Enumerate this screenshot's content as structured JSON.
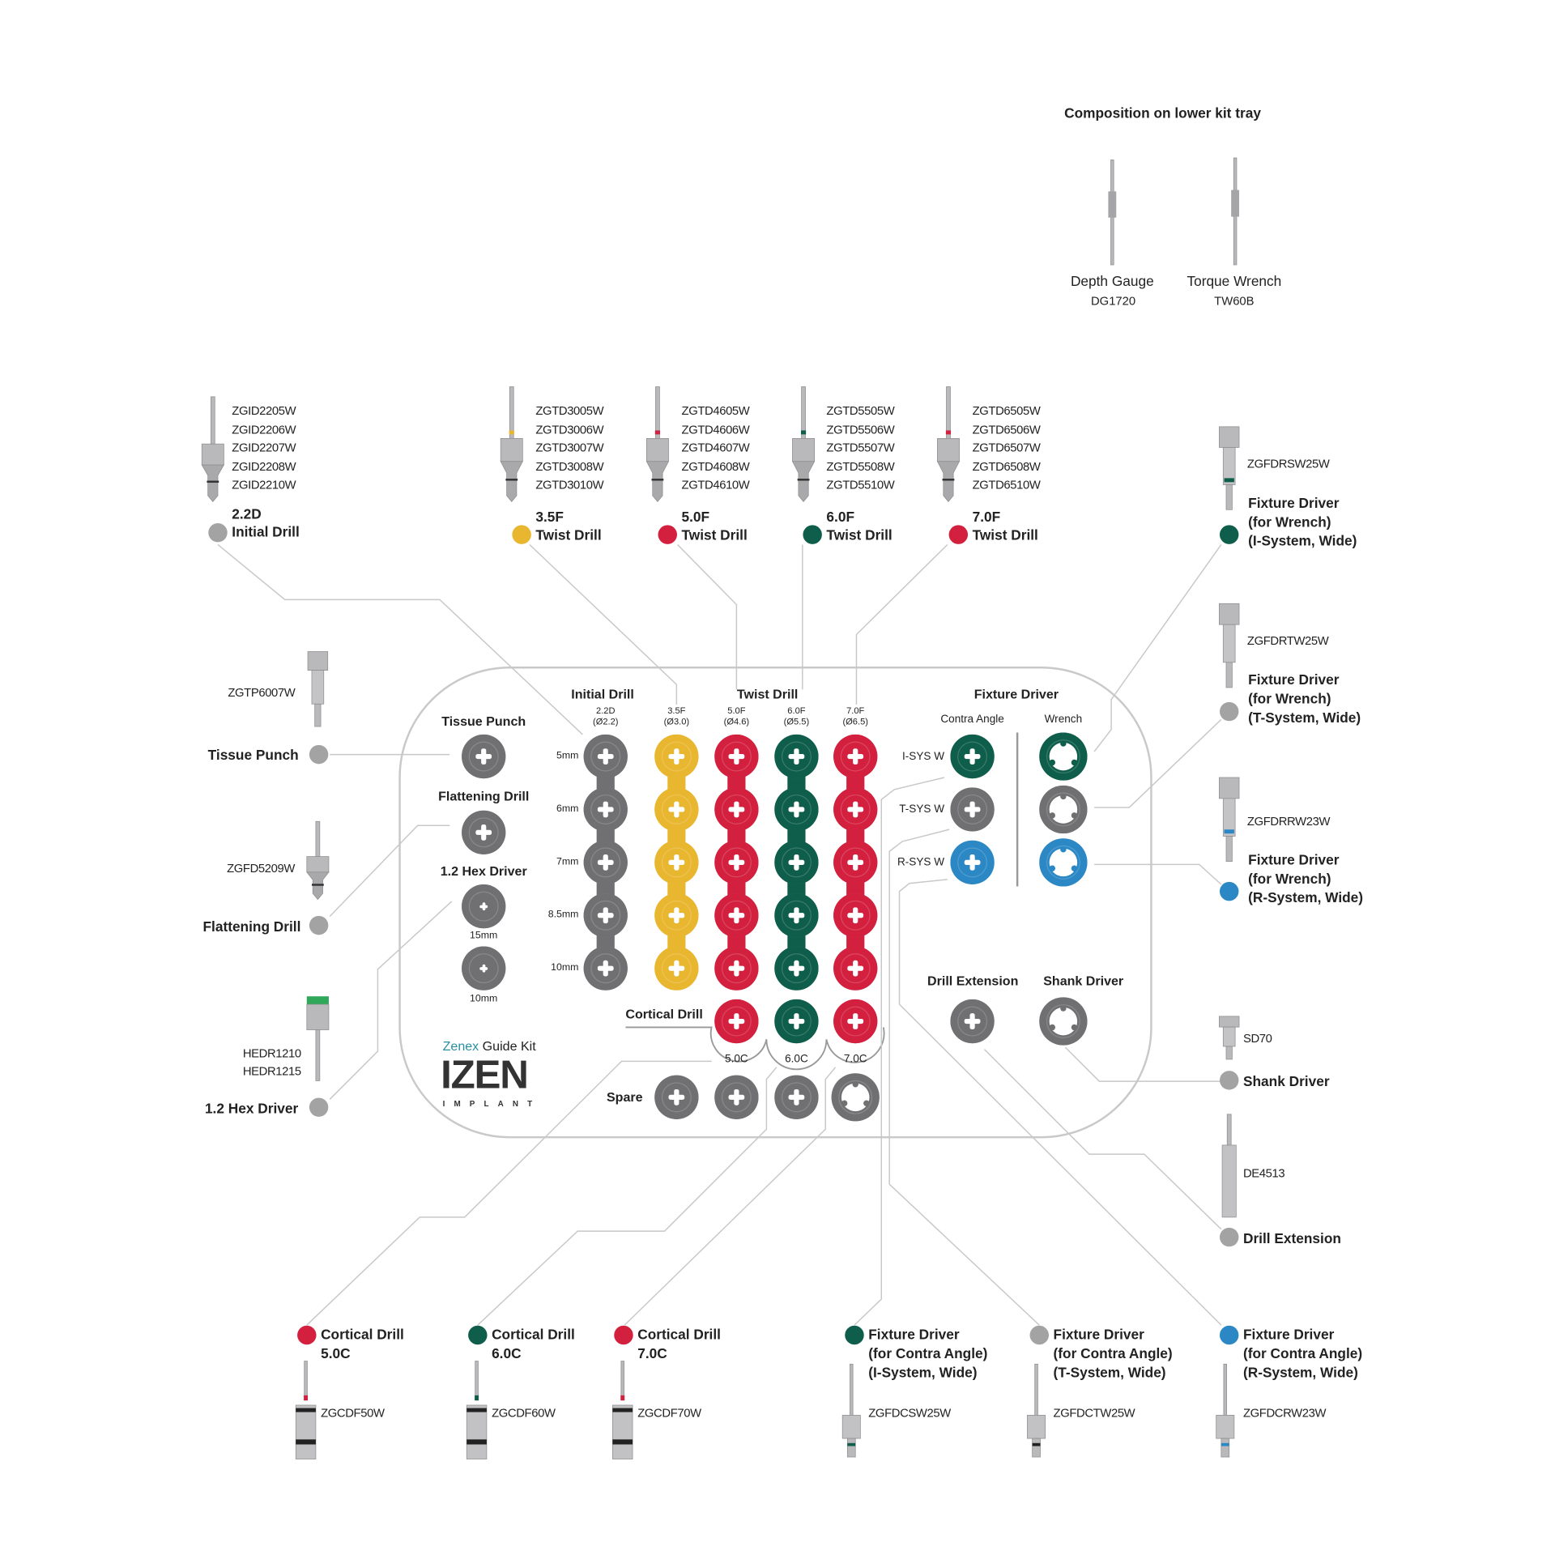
{
  "colors": {
    "gray": "#707073",
    "yellow": "#e9b630",
    "red": "#d3203f",
    "green": "#0f5e4b",
    "blue": "#2b88c5",
    "dot_gray": "#a3a3a3",
    "teal": "#2a8fa0",
    "line": "#c8c8c8"
  },
  "composition": {
    "title": "Composition on lower kit tray",
    "items": [
      {
        "name": "Depth Gauge",
        "code": "DG1720"
      },
      {
        "name": "Torque Wrench",
        "code": "TW60B"
      }
    ]
  },
  "top_tools": [
    {
      "size": "2.2D",
      "label": "Initial Drill",
      "color": "gray",
      "codes": [
        "ZGID2205W",
        "ZGID2206W",
        "ZGID2207W",
        "ZGID2208W",
        "ZGID2210W"
      ]
    },
    {
      "size": "3.5F",
      "label": "Twist Drill",
      "color": "yellow",
      "codes": [
        "ZGTD3005W",
        "ZGTD3006W",
        "ZGTD3007W",
        "ZGTD3008W",
        "ZGTD3010W"
      ]
    },
    {
      "size": "5.0F",
      "label": "Twist Drill",
      "color": "red",
      "codes": [
        "ZGTD4605W",
        "ZGTD4606W",
        "ZGTD4607W",
        "ZGTD4608W",
        "ZGTD4610W"
      ]
    },
    {
      "size": "6.0F",
      "label": "Twist Drill",
      "color": "green",
      "codes": [
        "ZGTD5505W",
        "ZGTD5506W",
        "ZGTD5507W",
        "ZGTD5508W",
        "ZGTD5510W"
      ]
    },
    {
      "size": "7.0F",
      "label": "Twist Drill",
      "color": "red",
      "codes": [
        "ZGTD6505W",
        "ZGTD6506W",
        "ZGTD6507W",
        "ZGTD6508W",
        "ZGTD6510W"
      ]
    }
  ],
  "left_tools": [
    {
      "code": "ZGTP6007W",
      "label": "Tissue Punch"
    },
    {
      "code": "ZGFD5209W",
      "label": "Flattening Drill"
    },
    {
      "codes": [
        "HEDR1210",
        "HEDR1215"
      ],
      "label": "1.2 Hex Driver"
    }
  ],
  "right_tools": [
    {
      "code": "ZGFDRSW25W",
      "lines": [
        "Fixture Driver",
        "(for Wrench)",
        "(I-System, Wide)"
      ],
      "color": "green"
    },
    {
      "code": "ZGFDRTW25W",
      "lines": [
        "Fixture Driver",
        "(for Wrench)",
        "(T-System, Wide)"
      ],
      "color": "dot_gray"
    },
    {
      "code": "ZGFDRRW23W",
      "lines": [
        "Fixture Driver",
        "(for Wrench)",
        "(R-System, Wide)"
      ],
      "color": "blue"
    },
    {
      "code": "SD70",
      "label": "Shank Driver",
      "color": "dot_gray"
    },
    {
      "code": "DE4513",
      "label": "Drill Extension",
      "color": "dot_gray"
    }
  ],
  "bottom_tools": [
    {
      "lines": [
        "Cortical Drill",
        "5.0C"
      ],
      "code": "ZGCDF50W",
      "color": "red"
    },
    {
      "lines": [
        "Cortical Drill",
        "6.0C"
      ],
      "code": "ZGCDF60W",
      "color": "green"
    },
    {
      "lines": [
        "Cortical Drill",
        "7.0C"
      ],
      "code": "ZGCDF70W",
      "color": "red"
    },
    {
      "lines": [
        "Fixture Driver",
        "(for Contra Angle)",
        "(I-System, Wide)"
      ],
      "code": "ZGFDCSW25W",
      "color": "green"
    },
    {
      "lines": [
        "Fixture Driver",
        "(for Contra Angle)",
        "(T-System, Wide)"
      ],
      "code": "ZGFDCTW25W",
      "color": "dot_gray"
    },
    {
      "lines": [
        "Fixture Driver",
        "(for Contra Angle)",
        "(R-System, Wide)"
      ],
      "code": "ZGFDCRW23W",
      "color": "blue"
    }
  ],
  "tray": {
    "tissue_punch": "Tissue Punch",
    "flattening_drill": "Flattening Drill",
    "hex_driver": "1.2 Hex Driver",
    "hex_lengths": [
      "15mm",
      "10mm"
    ],
    "initial_drill": "Initial Drill",
    "twist_drill": "Twist Drill",
    "columns": [
      {
        "size": "2.2D",
        "dia": "(Ø2.2)"
      },
      {
        "size": "3.5F",
        "dia": "(Ø3.0)"
      },
      {
        "size": "5.0F",
        "dia": "(Ø4.6)"
      },
      {
        "size": "6.0F",
        "dia": "(Ø5.5)"
      },
      {
        "size": "7.0F",
        "dia": "(Ø6.5)"
      }
    ],
    "rows": [
      "5mm",
      "6mm",
      "7mm",
      "8.5mm",
      "10mm"
    ],
    "cortical_drill": "Cortical Drill",
    "cortical_sizes": [
      "5.0C",
      "6.0C",
      "7.0C"
    ],
    "spare": "Spare",
    "fixture_driver": "Fixture Driver",
    "contra_angle": "Contra Angle",
    "wrench": "Wrench",
    "systems": [
      "I-SYS W",
      "T-SYS W",
      "R-SYS W"
    ],
    "drill_extension": "Drill Extension",
    "shank_driver": "Shank Driver",
    "logo": {
      "brand_prefix": "Zenex",
      "brand_suffix": "Guide Kit",
      "name": "IZEN",
      "sub": "IMPLANT"
    }
  }
}
